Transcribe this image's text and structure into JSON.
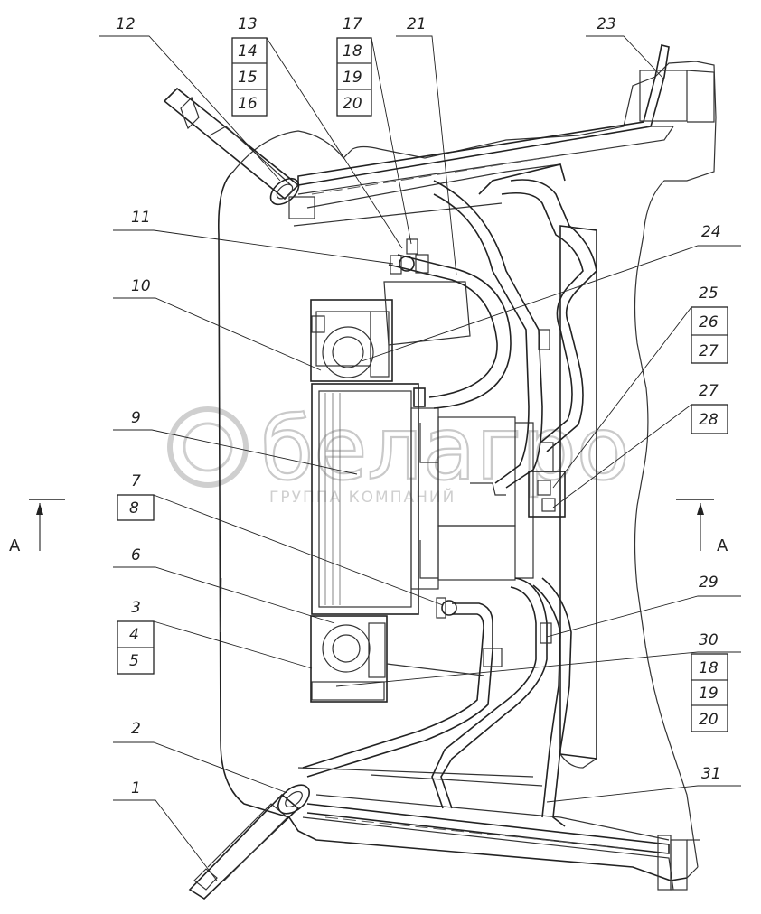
{
  "callouts": {
    "c1": "1",
    "c2": "2",
    "c3": "3",
    "c4": "4",
    "c5": "5",
    "c6": "6",
    "c7": "7",
    "c8": "8",
    "c9": "9",
    "c10": "10",
    "c11": "11",
    "c12": "12",
    "c13": "13",
    "c14": "14",
    "c15": "15",
    "c16": "16",
    "c17": "17",
    "c18a": "18",
    "c19a": "19",
    "c20a": "20",
    "c21": "21",
    "c23": "23",
    "c24": "24",
    "c25": "25",
    "c26": "26",
    "c27a": "27",
    "c27b": "27",
    "c28": "28",
    "c29": "29",
    "c30": "30",
    "c18b": "18",
    "c19b": "19",
    "c20b": "20",
    "c31": "31"
  },
  "section": {
    "left_label": "А",
    "right_label": "А"
  },
  "watermark": {
    "brand": "белагро",
    "subtitle": "ГРУППА КОМПАНИЙ"
  }
}
